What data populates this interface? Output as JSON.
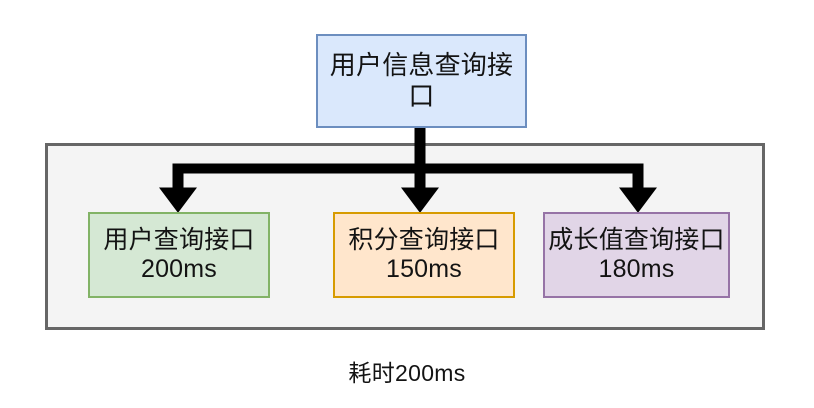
{
  "diagram": {
    "type": "flowchart-fanout",
    "title_node": {
      "label": "用户信息查询接口",
      "fill": "#dae8fc",
      "stroke": "#6c8ebf"
    },
    "group": {
      "name": "dependency-group",
      "fill": "#f4f4f4",
      "stroke": "#666666"
    },
    "children": [
      {
        "name": "user-query-interface",
        "label": "用户查询接口",
        "latency": "200ms",
        "fill": "#d5e8d4",
        "stroke": "#82b366"
      },
      {
        "name": "points-query-interface",
        "label": "积分查询接口",
        "latency": "150ms",
        "fill": "#ffe6cc",
        "stroke": "#d79b00"
      },
      {
        "name": "growth-query-interface",
        "label": "成长值查询接口",
        "latency": "180ms",
        "fill": "#e1d5e7",
        "stroke": "#9673a6"
      }
    ],
    "caption": "耗时200ms",
    "connector_color": "#000000"
  }
}
